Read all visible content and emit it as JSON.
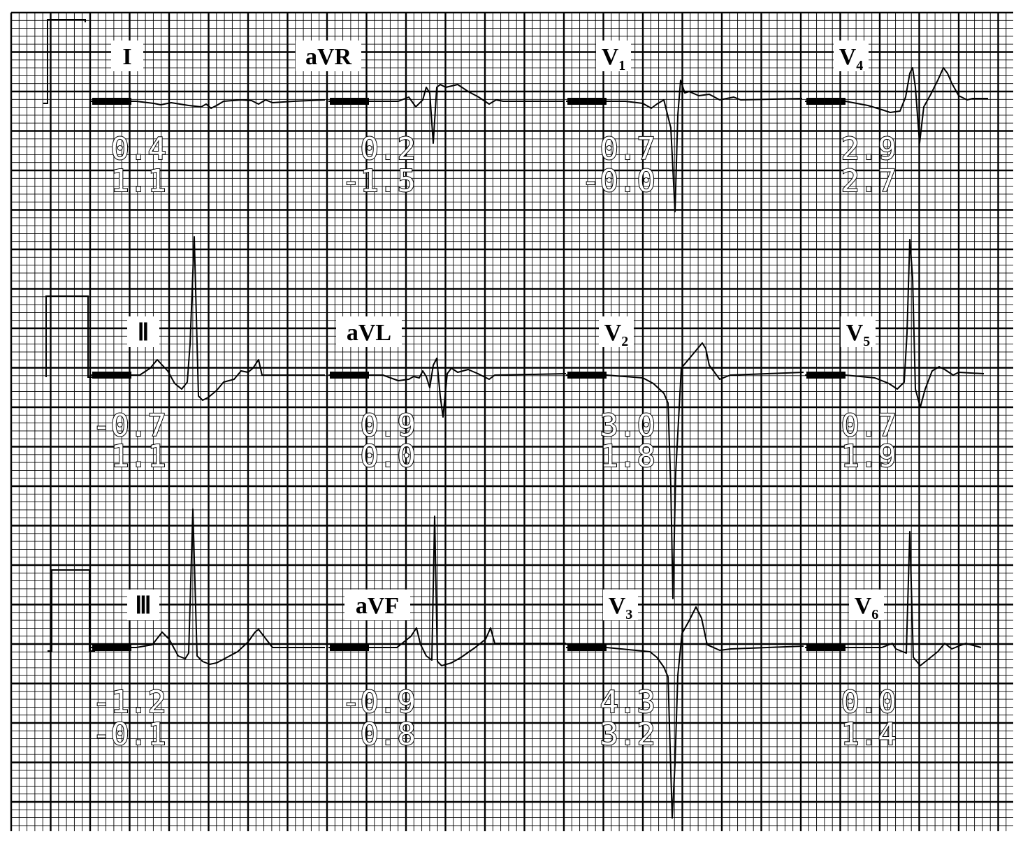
{
  "leads": [
    {
      "id": "I",
      "label": "I",
      "sub": "",
      "values": [
        "0.4",
        "1.1"
      ]
    },
    {
      "id": "aVR",
      "label": "aVR",
      "sub": "",
      "values": [
        "0.2",
        "-1.5"
      ]
    },
    {
      "id": "V1",
      "label": "V",
      "sub": "1",
      "values": [
        "0.7",
        "-0.0"
      ]
    },
    {
      "id": "V4",
      "label": "V",
      "sub": "4",
      "values": [
        "2.9",
        "2.7"
      ]
    },
    {
      "id": "II",
      "label": "Ⅱ",
      "sub": "",
      "values": [
        "-0.7",
        "1.1"
      ]
    },
    {
      "id": "aVL",
      "label": "aVL",
      "sub": "",
      "values": [
        "0.9",
        "0.0"
      ]
    },
    {
      "id": "V2",
      "label": "V",
      "sub": "2",
      "values": [
        "3.0",
        "1.8"
      ]
    },
    {
      "id": "V5",
      "label": "V",
      "sub": "5",
      "values": [
        "0.7",
        "1.9"
      ]
    },
    {
      "id": "III",
      "label": "Ⅲ",
      "sub": "",
      "values": [
        "-1.2",
        "-0.1"
      ]
    },
    {
      "id": "aVF",
      "label": "aVF",
      "sub": "",
      "values": [
        "-0.9",
        "0.8"
      ]
    },
    {
      "id": "V3",
      "label": "V",
      "sub": "3",
      "values": [
        "4.3",
        "3.2"
      ]
    },
    {
      "id": "V6",
      "label": "V",
      "sub": "6",
      "values": [
        "0.0",
        "1.4"
      ]
    }
  ],
  "colors": {
    "paper": "#ffffff",
    "grid": "#000000",
    "trace": "#000000"
  }
}
